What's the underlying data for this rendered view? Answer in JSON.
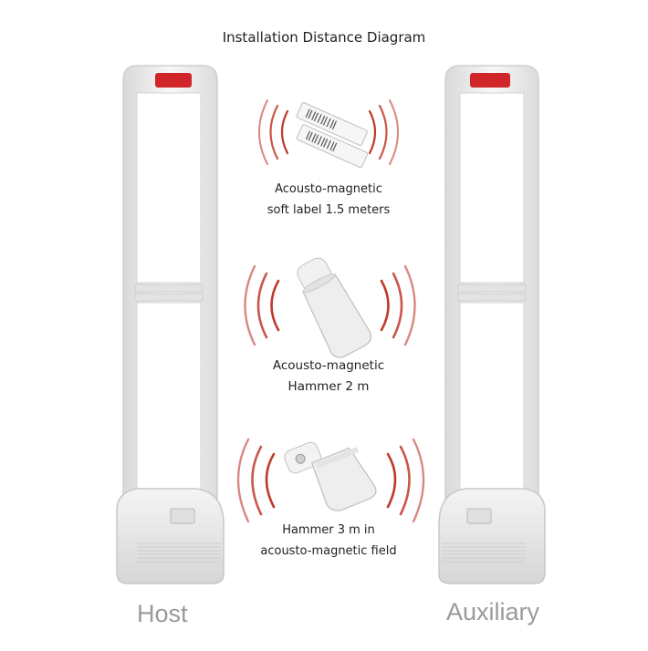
{
  "title": "Installation Distance Diagram",
  "items": [
    {
      "line1": "Acousto-magnetic",
      "line2": "soft label 1.5 meters"
    },
    {
      "line1": "Acousto-magnetic",
      "line2": "Hammer 2 m"
    },
    {
      "line1": "Hammer 3 m in",
      "line2": "acousto-magnetic field"
    }
  ],
  "gates": {
    "left": "Host",
    "right": "Auxiliary"
  },
  "colors": {
    "wave": "#c0392b",
    "gate": "#e9e9e9",
    "gate_edge": "#cfcfcf",
    "indicator": "#d0262a"
  }
}
